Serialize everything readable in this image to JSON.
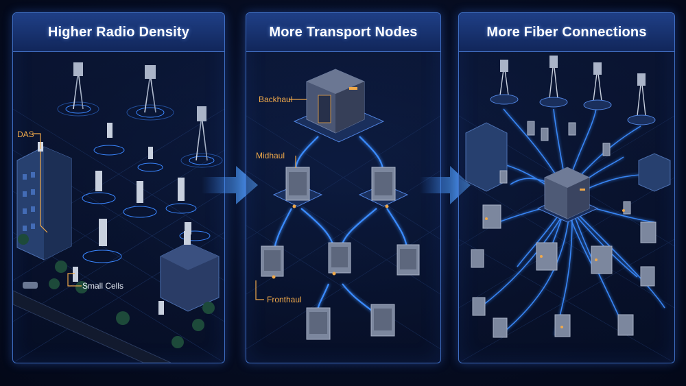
{
  "panels": [
    {
      "title": "Higher Radio Density",
      "labels": {
        "das": "DAS",
        "small_cells": "Small Cells"
      }
    },
    {
      "title": "More Transport Nodes",
      "labels": {
        "backhaul": "Backhaul",
        "midhaul": "Midhaul",
        "fronthaul": "Fronthaul"
      }
    },
    {
      "title": "More Fiber Connections"
    }
  ],
  "colors": {
    "panel_border": "#3f6fc4",
    "fiber_glow": "#3b8cff",
    "label_accent": "#f0a94a",
    "background": "#060d22"
  }
}
